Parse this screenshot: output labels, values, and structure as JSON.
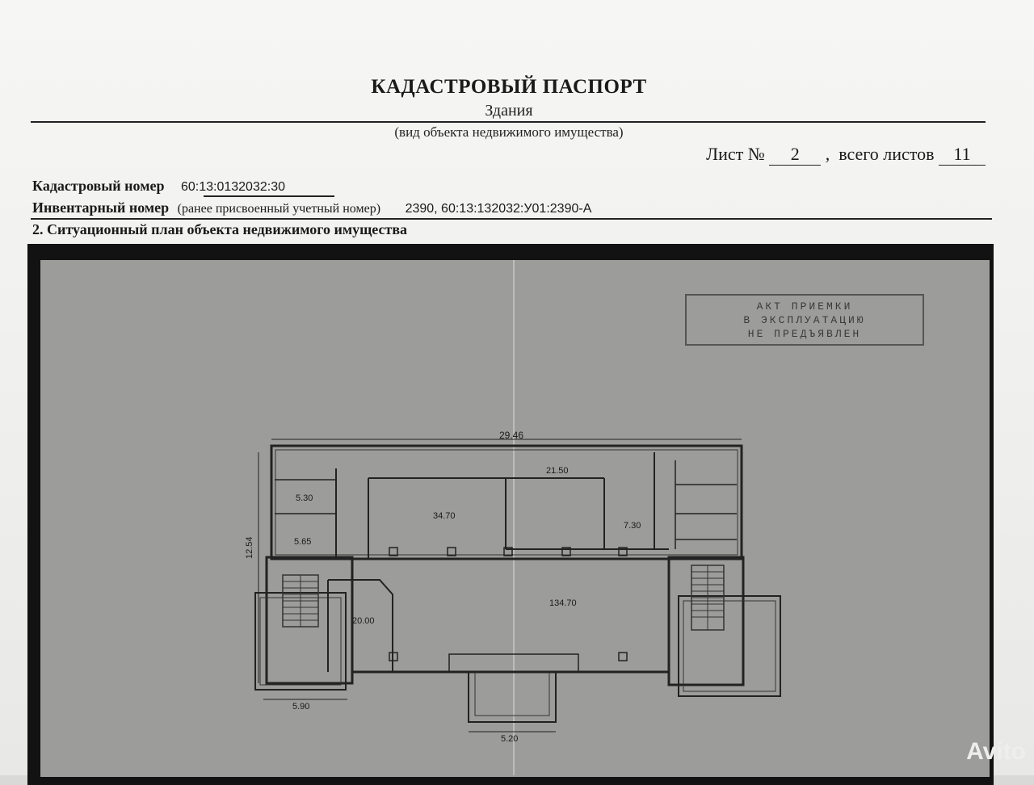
{
  "header": {
    "title": "КАДАСТРОВЫЙ ПАСПОРТ",
    "subtitle": "Здания",
    "caption": "(вид объекта недвижимого имущества)",
    "sheet_label": "Лист №",
    "sheet_no": "2",
    "sheet_sep": ",",
    "total_label": "всего листов",
    "total_no": "11"
  },
  "fields": {
    "cadastral_label": "Кадастровый номер",
    "cadastral_value": "60:13:0132032:30",
    "inventory_label": "Инвентарный номер",
    "inventory_note": "(ранее присвоенный учетный номер)",
    "inventory_value": "2390, 60:13:132032:У01:2390-А"
  },
  "section": {
    "title": "2. Ситуационный план объекта недвижимого имущества"
  },
  "stamp": {
    "line1": "АКТ ПРИЕМКИ",
    "line2": "В ЭКСПЛУАТАЦИЮ",
    "line3": "НЕ ПРЕДЪЯВЛЕН"
  },
  "plan": {
    "dim_top": "29.46",
    "dim_left": "12.54",
    "dim_bottom_center": "5.20",
    "dim_bottom_left": "5.90",
    "rooms": {
      "r1_area": "34.70",
      "r2_area": "134.70",
      "r3_area": "20.00",
      "r12_area": "21.50",
      "r14_area": "7.30",
      "r5_area": "5.30",
      "r4_area": "5.65"
    }
  },
  "watermark": "Avito"
}
